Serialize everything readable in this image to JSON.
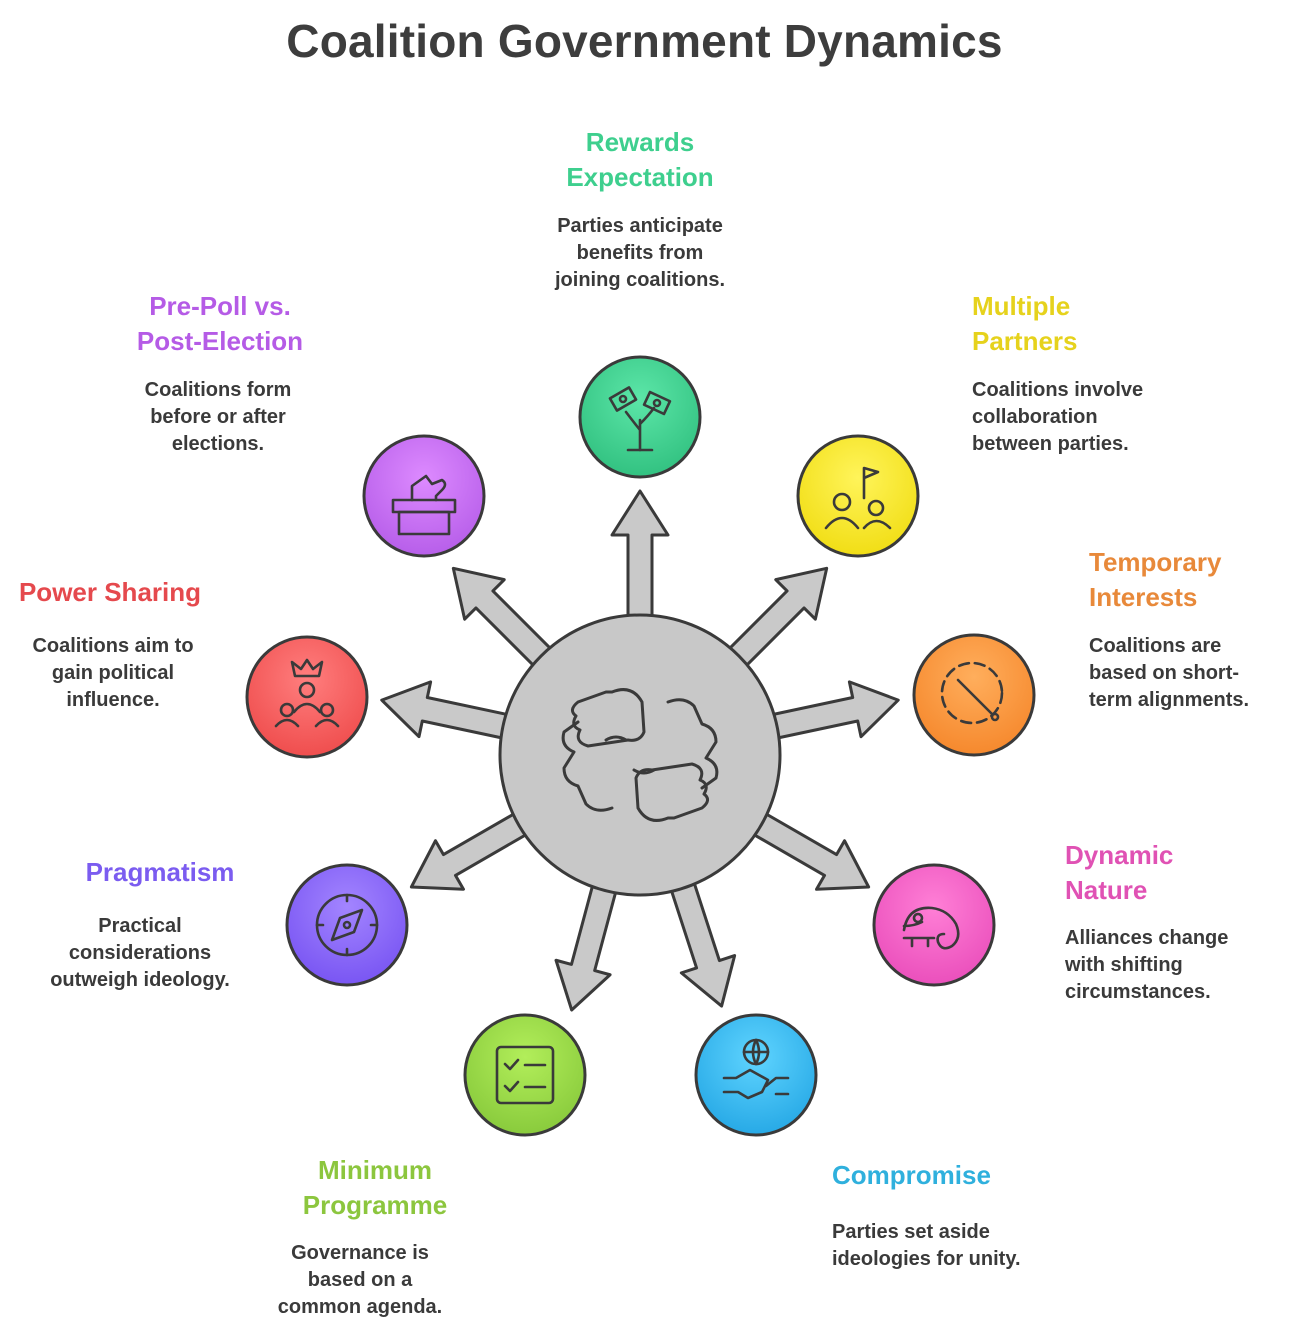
{
  "title": "Coalition Government Dynamics",
  "center": {
    "icon": "fist-bump-icon",
    "fill": "#c6c6c6"
  },
  "nodes": [
    {
      "id": "rewards",
      "icon": "money-plant-icon",
      "color": "#3ecf8e",
      "title": [
        "Rewards",
        "Expectation"
      ],
      "desc": [
        "Parties anticipate",
        "benefits from",
        "joining coalitions."
      ]
    },
    {
      "id": "partners",
      "icon": "group-flag-icon",
      "color": "#e6d21c",
      "title": [
        "Multiple",
        "Partners"
      ],
      "desc": [
        "Coalitions involve",
        "collaboration",
        "between parties."
      ]
    },
    {
      "id": "temporary",
      "icon": "clock-dashed-icon",
      "color": "#e8893a",
      "title": [
        "Temporary",
        "Interests"
      ],
      "desc": [
        "Coalitions are",
        "based on short-",
        "term alignments."
      ]
    },
    {
      "id": "dynamic",
      "icon": "chameleon-icon",
      "color": "#e052b4",
      "title": [
        "Dynamic",
        "Nature"
      ],
      "desc": [
        "Alliances change",
        "with shifting",
        "circumstances."
      ]
    },
    {
      "id": "compromise",
      "icon": "handshake-globe-icon",
      "color": "#2fb0dd",
      "title": [
        "Compromise"
      ],
      "desc": [
        "Parties set aside",
        "ideologies for unity."
      ]
    },
    {
      "id": "minimum",
      "icon": "checklist-icon",
      "color": "#8cc63e",
      "title": [
        "Minimum",
        "Programme"
      ],
      "desc": [
        "Governance is",
        "based on a",
        "common agenda."
      ]
    },
    {
      "id": "pragmatism",
      "icon": "compass-icon",
      "color": "#7b5cf0",
      "title": [
        "Pragmatism"
      ],
      "desc": [
        "Practical",
        "considerations",
        "outweigh ideology."
      ]
    },
    {
      "id": "power",
      "icon": "crown-people-icon",
      "color": "#e5494d",
      "title": [
        "Power Sharing"
      ],
      "desc": [
        "Coalitions aim to",
        "gain political",
        "influence."
      ]
    },
    {
      "id": "prepoll",
      "icon": "ballot-box-icon",
      "color": "#b55be6",
      "title": [
        "Pre-Poll vs.",
        "Post-Election"
      ],
      "desc": [
        "Coalitions form",
        "before or after",
        "elections."
      ]
    }
  ]
}
